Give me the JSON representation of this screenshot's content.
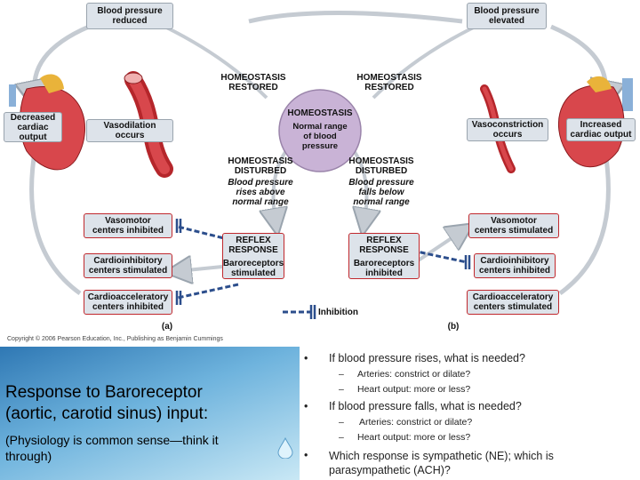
{
  "figure": {
    "boxes": {
      "bp_reduced": "Blood pressure\nreduced",
      "bp_elevated": "Blood pressure\nelevated",
      "decreased_output": "Decreased\ncardiac\noutput",
      "vasodilation": "Vasodilation\noccurs",
      "vasoconstriction": "Vasoconstriction\noccurs",
      "increased_output": "Increased\ncardiac output",
      "vasomotor_inhibited": "Vasomotor\ncenters inhibited",
      "cardioinhibitory_stimulated": "Cardioinhibitory\ncenters stimulated",
      "cardioacceleratory_inhibited": "Cardioacceleratory\ncenters inhibited",
      "vasomotor_stimulated": "Vasomotor\ncenters stimulated",
      "cardioinhibitory_inhibited": "Cardioinhibitory\ncenters inhibited",
      "cardioacceleratory_stimulated": "Cardioacceleratory\ncenters stimulated",
      "reflex_left_title": "REFLEX\nRESPONSE",
      "reflex_left_body": "Baroreceptors\nstimulated",
      "reflex_right_title": "REFLEX\nRESPONSE",
      "reflex_right_body": "Baroreceptors\ninhibited"
    },
    "homeostasis": {
      "title": "HOMEOSTASIS",
      "body": "Normal range\nof blood\npressure"
    },
    "labels": {
      "restored_left": "HOMEOSTASIS\nRESTORED",
      "restored_right": "HOMEOSTASIS\nRESTORED",
      "disturbed_left": "HOMEOSTASIS\nDISTURBED",
      "disturbed_left_note": "Blood pressure\nrises above\nnormal range",
      "disturbed_right": "HOMEOSTASIS\nDISTURBED",
      "disturbed_right_note": "Blood pressure\nfalls below\nnormal range",
      "panel_a": "(a)",
      "panel_b": "(b)",
      "inhibition": "Inhibition",
      "copyright": "Copyright © 2006 Pearson Education, Inc., Publishing as Benjamin Cummings"
    }
  },
  "slide": {
    "title_line1": "Response to Baroreceptor",
    "title_line2": "(aortic, carotid sinus) input:",
    "subtitle_line1": "(Physiology is common sense—think it",
    "subtitle_line2": "through)",
    "bullets": [
      {
        "text": "If blood pressure rises, what is needed?",
        "subs": [
          "Arteries:  constrict or dilate?",
          "Heart output:  more or less?"
        ]
      },
      {
        "text": "If blood pressure falls, what is needed?",
        "subs": [
          "Arteries:  constrict or dilate?",
          "Heart output:  more or less?"
        ]
      },
      {
        "text": "Which response is sympathetic (NE); which is parasympathetic (ACH)?",
        "subs": []
      }
    ]
  },
  "colors": {
    "arrow": "#b9bfc6",
    "inhibit": "#2c4e8c",
    "accent_red": "#c0282d"
  }
}
